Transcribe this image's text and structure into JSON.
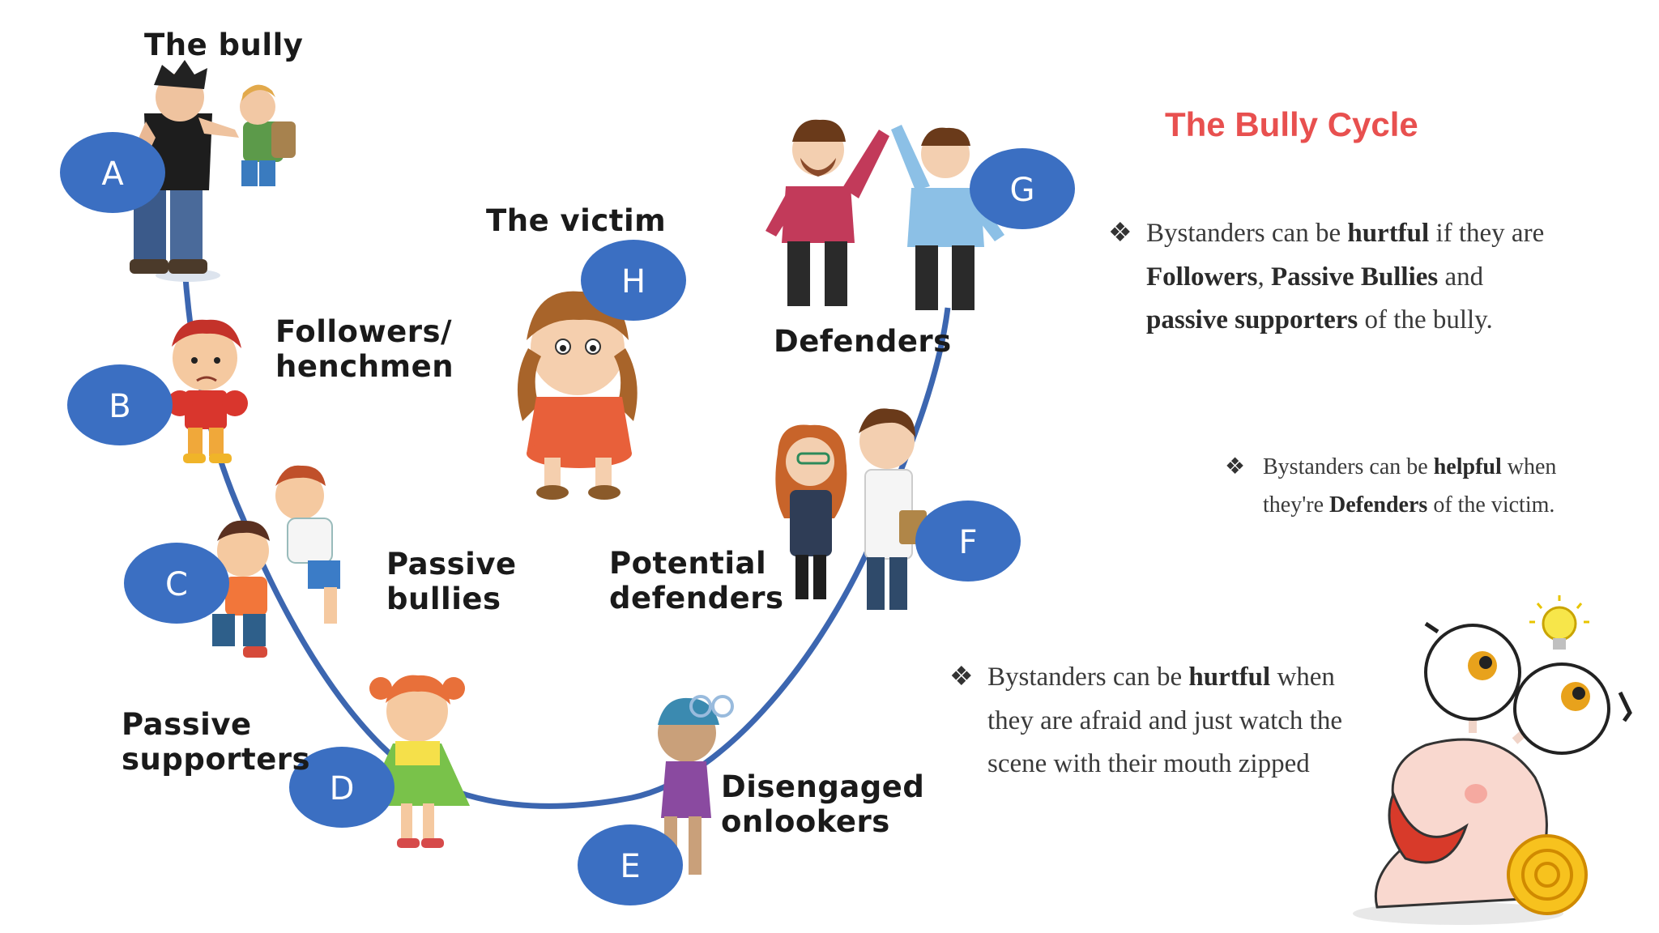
{
  "diagram": {
    "labels": {
      "bully": "The bully",
      "followers_1": "Followers/",
      "followers_2": "henchmen",
      "passive_bullies_1": "Passive",
      "passive_bullies_2": "bullies",
      "passive_supporters_1": "Passive",
      "passive_supporters_2": "supporters",
      "victim": "The victim",
      "defenders": "Defenders",
      "potential_1": "Potential",
      "potential_2": "defenders",
      "disengaged_1": "Disengaged",
      "disengaged_2": "onlookers"
    },
    "nodes": {
      "a": "A",
      "b": "B",
      "c": "C",
      "d": "D",
      "e": "E",
      "f": "F",
      "g": "G",
      "h": "H"
    },
    "colors": {
      "node_fill": "#3b6fc2",
      "curve": "#3c66b0",
      "title": "#e8504f"
    }
  },
  "slide": {
    "title": "The Bully Cycle",
    "bullet_mark": "❖",
    "bullet1": {
      "t1": "Bystanders can be ",
      "b1": "hurtful",
      "t2": " if they are ",
      "b2": "Followers",
      "t3": ", ",
      "b3": "Passive Bullies",
      "t4": " and ",
      "b4": "passive supporters",
      "t5": " of the bully."
    },
    "bullet2": {
      "t1": "Bystanders can be ",
      "b1": "helpful",
      "t2": " when they're ",
      "b2": "Defenders",
      "t3": " of the victim."
    },
    "bullet3": {
      "t1": "Bystanders can be ",
      "b1": "hurtful",
      "t2": " when they are afraid and just watch the scene with their mouth zipped"
    }
  }
}
